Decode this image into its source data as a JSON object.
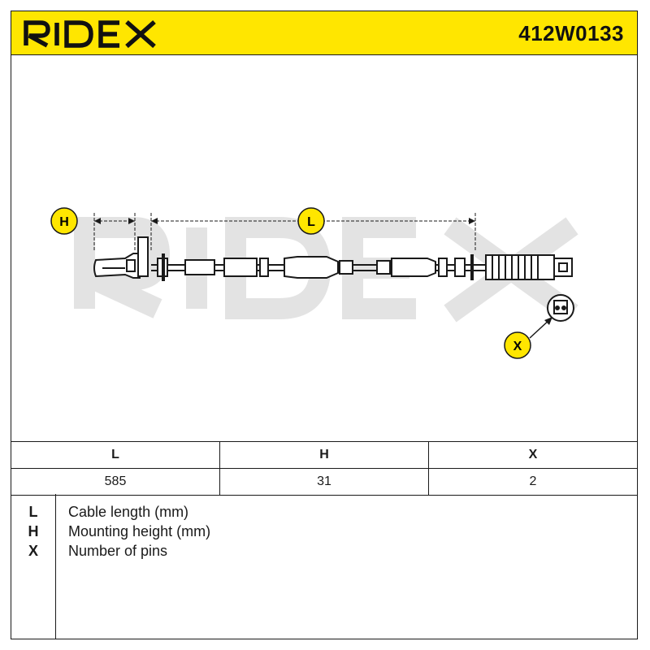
{
  "header": {
    "brand": "RIDEX",
    "part_number": "412W0133",
    "background_color": "#ffe600"
  },
  "drawing": {
    "label_h": "H",
    "label_l": "L",
    "label_x": "X",
    "badge_color": "#ffe600"
  },
  "table": {
    "headers": [
      "L",
      "H",
      "X"
    ],
    "values": [
      "585",
      "31",
      "2"
    ]
  },
  "legend": [
    {
      "key": "L",
      "description": "Cable length (mm)"
    },
    {
      "key": "H",
      "description": "Mounting height (mm)"
    },
    {
      "key": "X",
      "description": "Number of pins"
    }
  ]
}
